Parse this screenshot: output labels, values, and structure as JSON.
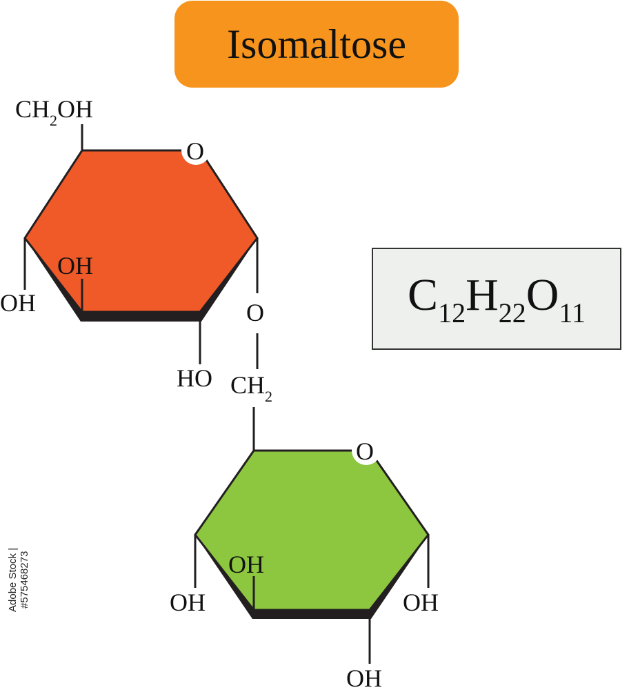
{
  "title": "Isomaltose",
  "formula": {
    "c": "C",
    "c_count": "12",
    "h": "H",
    "h_count": "22",
    "o": "O",
    "o_count": "11"
  },
  "labels": {
    "ch2oh_main": "CH",
    "ch2oh_sub": "2",
    "ch2oh_end": "OH",
    "ring_o": "O",
    "oh": "OH",
    "ho": "HO",
    "ch2_main": "CH",
    "ch2_sub": "2",
    "link_o": "O"
  },
  "stock_id": "Adobe Stock | #575468273",
  "colors": {
    "title_badge": "#f7941d",
    "top_ring": "#f05a28",
    "bottom_ring": "#8dc63f",
    "ring_shadow": "#231f20",
    "formula_box": "#eef0ee"
  }
}
